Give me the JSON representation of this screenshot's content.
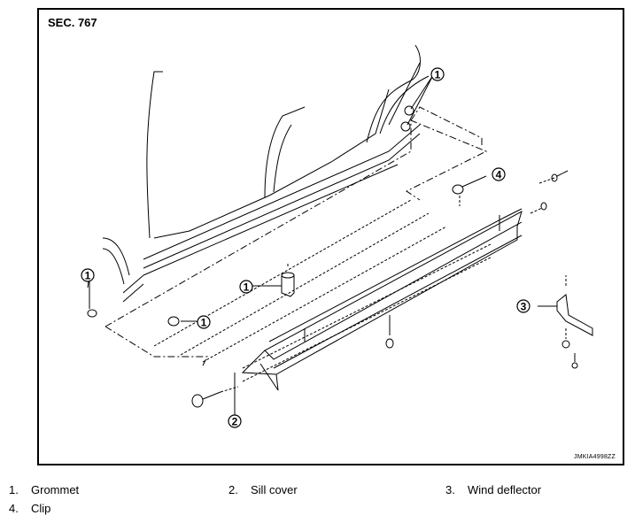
{
  "diagram": {
    "section_label": "SEC. 767",
    "reference_code": "JMKIA4998ZZ",
    "callouts": [
      "1",
      "1",
      "1",
      "1",
      "2",
      "3",
      "4"
    ]
  },
  "legend": [
    {
      "number": "1.",
      "name": "Grommet"
    },
    {
      "number": "2.",
      "name": "Sill cover"
    },
    {
      "number": "3.",
      "name": "Wind deflector"
    },
    {
      "number": "4.",
      "name": "Clip"
    }
  ]
}
